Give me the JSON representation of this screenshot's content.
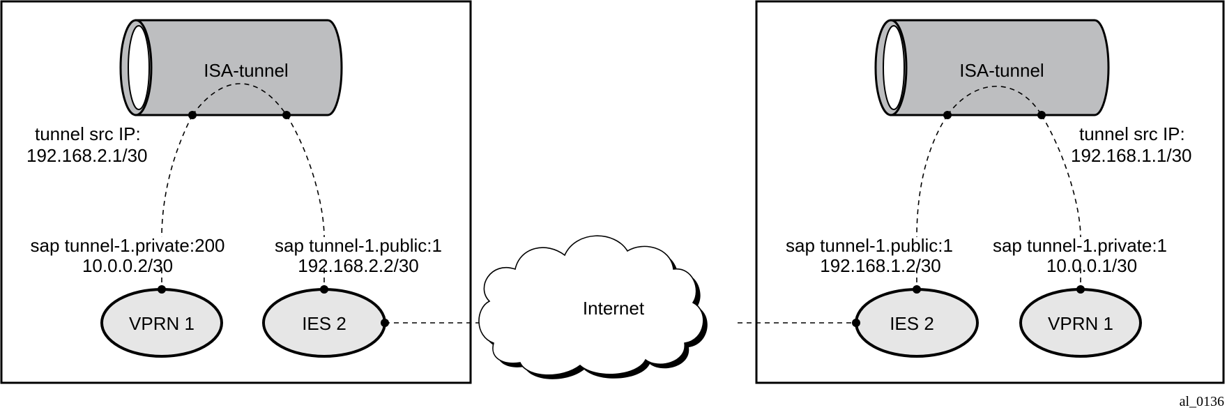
{
  "left_site": {
    "tunnel_label": "ISA-tunnel",
    "src_ip_label": "tunnel src IP:",
    "src_ip_value": "192.168.2.1/30",
    "private_sap": "sap tunnel-1.private:200",
    "private_ip": "10.0.0.2/30",
    "public_sap": "sap tunnel-1.public:1",
    "public_ip": "192.168.2.2/30",
    "vprn_label": "VPRN 1",
    "ies_label": "IES 2"
  },
  "right_site": {
    "tunnel_label": "ISA-tunnel",
    "src_ip_label": "tunnel src IP:",
    "src_ip_value": "192.168.1.1/30",
    "public_sap": "sap tunnel-1.public:1",
    "public_ip": "192.168.1.2/30",
    "private_sap": "sap tunnel-1.private:1",
    "private_ip": "10.0.0.1/30",
    "ies_label": "IES 2",
    "vprn_label": "VPRN 1"
  },
  "cloud_label": "Internet",
  "figure_id": "al_0136",
  "colors": {
    "tunnel_fill": "#bdbec0",
    "node_fill": "#e6e6e6",
    "line": "#000000"
  }
}
